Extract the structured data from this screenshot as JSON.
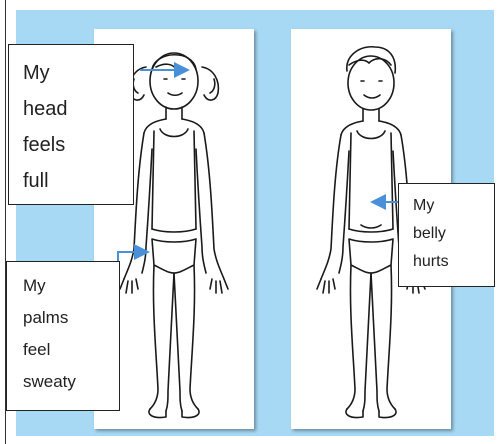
{
  "callouts": {
    "head": {
      "lines": [
        "My",
        "head",
        "feels",
        "full"
      ]
    },
    "palms": {
      "lines": [
        "My",
        "palms",
        "feel",
        "sweaty"
      ]
    },
    "belly": {
      "lines": [
        "My",
        "belly",
        "hurts"
      ]
    }
  },
  "colors": {
    "background": "#a7d8f4",
    "arrow": "#4a90d9"
  },
  "figures": [
    "girl-outline",
    "boy-outline"
  ]
}
